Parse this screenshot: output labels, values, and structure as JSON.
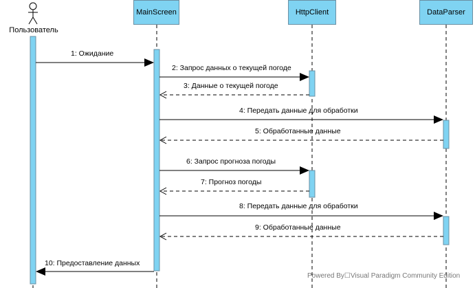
{
  "participants": {
    "user": "Пользователь",
    "main": "MainScreen",
    "http": "HttpClient",
    "parser": "DataParser"
  },
  "messages": [
    {
      "label": "1: Ожидание",
      "kind": "sync"
    },
    {
      "label": "2: Запрос данных о текущей погоде",
      "kind": "sync"
    },
    {
      "label": "3: Данные о текущей погоде",
      "kind": "return"
    },
    {
      "label": "4: Передать данные для обработки",
      "kind": "sync"
    },
    {
      "label": "5: Обработанные данные",
      "kind": "return"
    },
    {
      "label": "6: Запрос прогноза погоды",
      "kind": "sync"
    },
    {
      "label": "7: Прогноз погоды",
      "kind": "return"
    },
    {
      "label": "8: Передать данные для обработки",
      "kind": "sync"
    },
    {
      "label": "9: Обработанные данные",
      "kind": "return"
    },
    {
      "label": "10: Предоставление данных",
      "kind": "sync"
    }
  ],
  "watermark": "Powered By☐Visual Paradigm Community Edition",
  "colors": {
    "activation": "#7fd3f2",
    "border": "#6a8fa3",
    "line": "#000000"
  }
}
